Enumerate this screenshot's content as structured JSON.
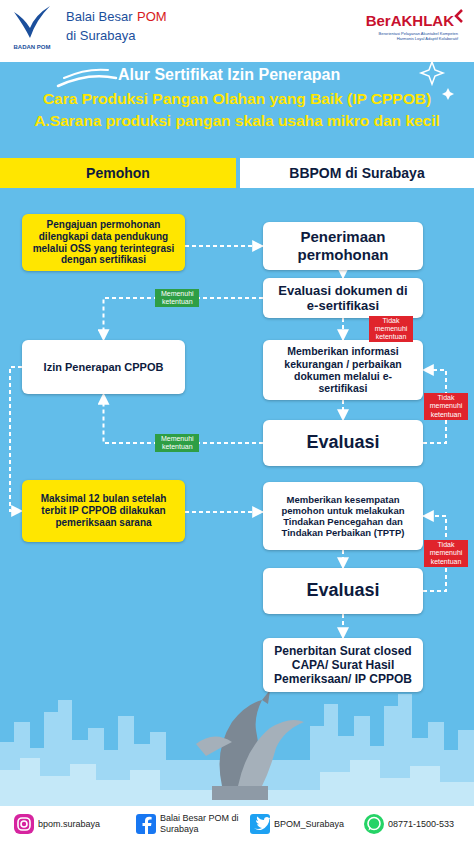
{
  "diagram": {
    "title": "Alur Sertifikat Izin Penerapan",
    "nodes": [
      {
        "text": [
          "Pemohon"
        ]
      },
      {
        "text": [
          "BBPOM di Surabaya"
        ]
      },
      {
        "text": [
          "Pengajuan permohonan dilengkapi data pendukung melalui OSS yang terintegrasi dengan sertifikasi"
        ]
      },
      {
        "text": [
          "Penerimaan permohonan"
        ]
      },
      {
        "text": [
          "Evaluasi dokumen di e-sertifikasi"
        ]
      },
      {
        "text": [
          "Izin Penerapan CPPOB"
        ]
      },
      {
        "text": [
          "Memberikan informasi kekurangan / perbaikan dokumen melalui e-sertifikasi"
        ]
      },
      {
        "text": [
          "Evaluasi"
        ]
      },
      {
        "text": [
          "Maksimal 12 bulan setelah terbit IP CPPOB dilakukan pemeriksaan sarana"
        ]
      },
      {
        "text": [
          "Memberikan kesempatan pemohon untuk melakukan Tindakan Pencegahan dan Tindakan Perbaikan (TPTP)"
        ]
      },
      {
        "text": [
          "Evaluasi"
        ]
      },
      {
        "text": [
          "Penerbitan Surat closed CAPA/ Surat Hasil Pemeriksaan/ IP CPPOB"
        ]
      }
    ],
    "edges": [
      {
        "from": 2,
        "to": 3,
        "arrow": "to"
      },
      {
        "from": 3,
        "to": 4,
        "arrow": "to"
      },
      {
        "from": 4,
        "to": 5,
        "label": "Memenuhi ketentuan",
        "arrow": "to"
      },
      {
        "from": 4,
        "to": 6,
        "label": "Tidak memenuhi ketentuan",
        "arrow": "to"
      },
      {
        "from": 6,
        "to": 7,
        "arrow": "to"
      },
      {
        "from": 7,
        "to": 6,
        "label": "Tidak memenuhi ketentuan",
        "arrow": "to"
      },
      {
        "from": 7,
        "to": 5,
        "label": "Memenuhi ketentuan",
        "arrow": "to"
      },
      {
        "from": 5,
        "to": 8,
        "arrow": "to"
      },
      {
        "from": 8,
        "to": 9,
        "arrow": "to"
      },
      {
        "from": 9,
        "to": 10,
        "arrow": "to"
      },
      {
        "from": 10,
        "to": 9,
        "label": "Tidak memenuhi ketentuan",
        "arrow": "to"
      },
      {
        "from": 10,
        "to": 11,
        "arrow": "to"
      }
    ],
    "labels": [
      "BADAN POM",
      "Balai Besar",
      "POM",
      "di Surabaya",
      "BerAKHLAK",
      "Berorientasi Pelayanan Akuntabel Kompeten Harmonis Loyal Adaptif Kolaboratif",
      "Cara Produksi Pangan Olahan yang Baik (IP CPPOB)",
      "A.Sarana produksi pangan skala usaha mikro dan kecil",
      "bpom.surabaya",
      "Balai Besar POM di Surabaya",
      "BPOM_Surabaya",
      "08771-1500-533"
    ]
  }
}
